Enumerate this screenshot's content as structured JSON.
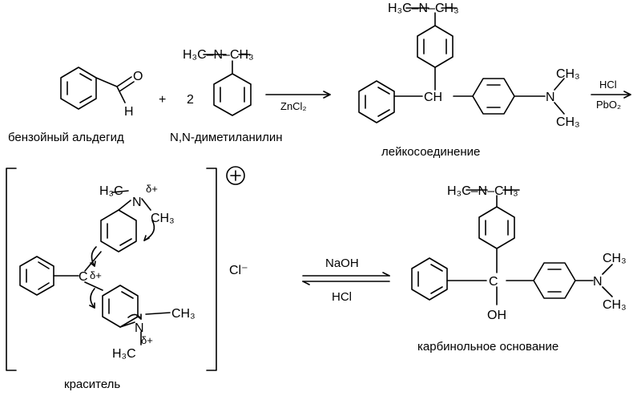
{
  "reaction1": {
    "reactant1_name": "бензойный альдегид",
    "aldehyde_O": "O",
    "aldehyde_H": "H",
    "plus": "+",
    "coefficient": "2",
    "reactant2_name": "N,N-диметиланилин",
    "catalyst": "ZnCl₂",
    "product_name": "лейкосоединение",
    "oxidant_top": "HCl",
    "oxidant_bottom": "PbO₂"
  },
  "reaction2": {
    "dye_name": "краситель",
    "charge": "+",
    "counterion": "Cl⁻",
    "forward_reagent": "NaOH",
    "reverse_reagent": "HCl",
    "product_name": "карбинольное основание",
    "hydroxyl": "OH"
  },
  "atoms": {
    "nme2_top": "H₃C–N–CH₃",
    "N": "N",
    "CH3": "CH₃",
    "H3C": "H₃C",
    "CH": "CH",
    "C": "C",
    "delta_plus": "δ+"
  }
}
